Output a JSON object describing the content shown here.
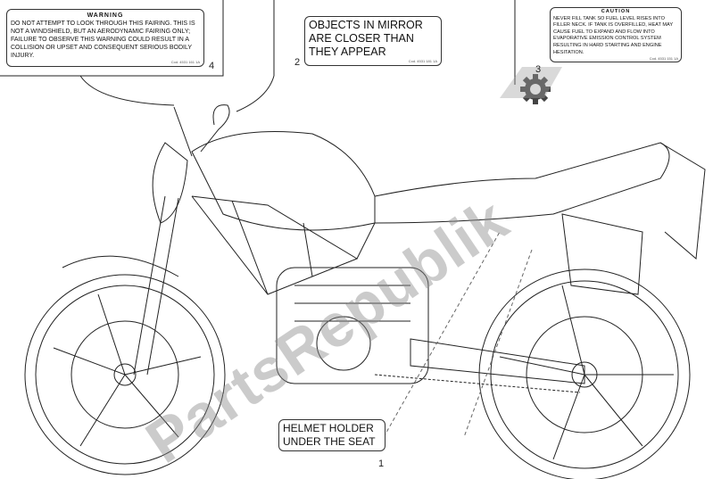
{
  "labels": [
    {
      "number": "4",
      "title": "WARNING",
      "text": "DO NOT ATTEMPT TO LOOK THROUGH THIS FAIRING. THIS IS NOT A WINDSHIELD, BUT AN AERODYNAMIC FAIRING ONLY; FAILURE TO OBSERVE THIS WARNING COULD RESULT IN A COLLISION OR UPSET AND CONSEQUENT SERIOUS BODILY INJURY.",
      "code": "Cod. 4531 161 1A"
    },
    {
      "number": "2",
      "text": "OBJECTS IN MIRROR ARE CLOSER THAN THEY APPEAR",
      "code": "Cod. 4531 181 1A"
    },
    {
      "number": "3",
      "title": "CAUTION",
      "text": "NEVER FILL TANK SO FUEL LEVEL RISES INTO FILLER NECK. IF TANK IS OVERFILLED, HEAT MAY CAUSE FUEL TO EXPAND AND FLOW INTO EVAPORATIVE EMISSION CONTROL SYSTEM RESULTING IN HARD STARTING AND ENGINE HESITATION.",
      "code": "Cod. 4531 151 1A"
    },
    {
      "number": "1",
      "text": "HELMET HOLDER UNDER THE SEAT"
    }
  ],
  "watermark": "PartsRepublik",
  "icon": "gear-icon"
}
